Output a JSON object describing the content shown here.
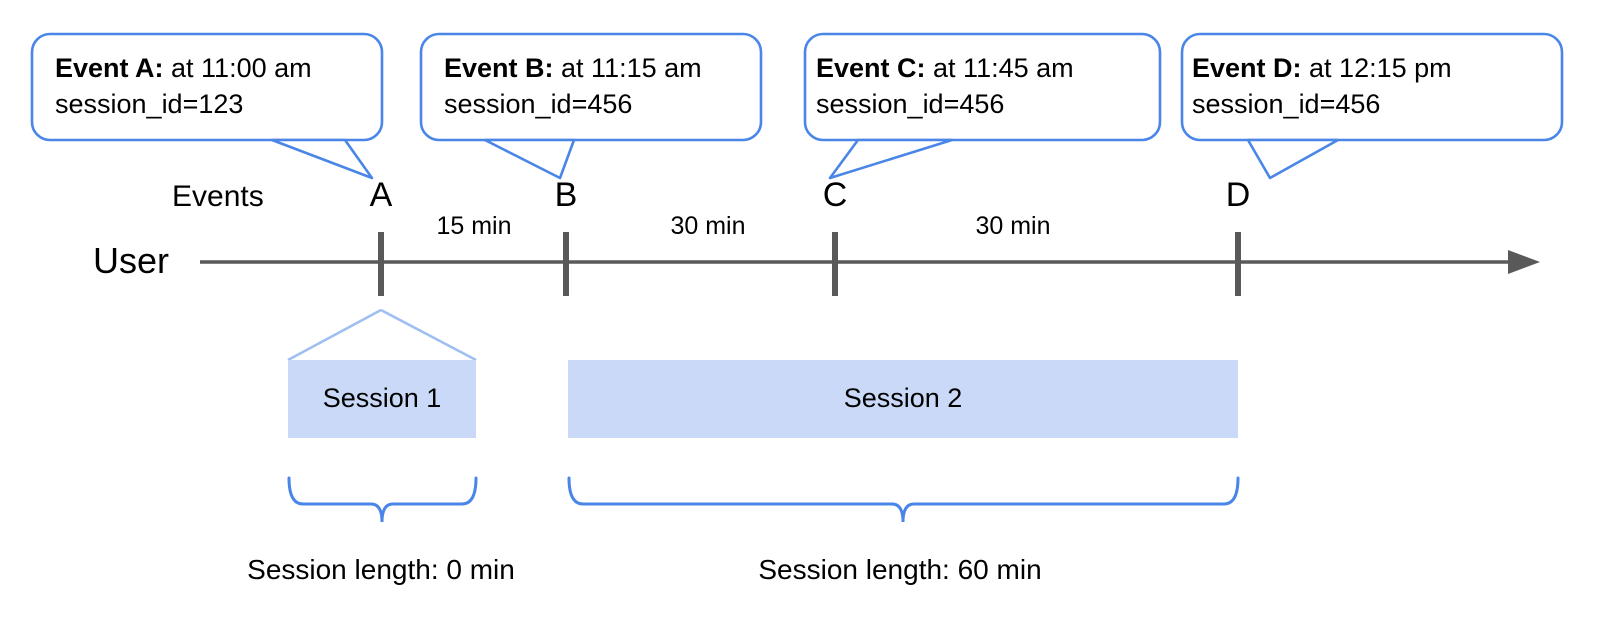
{
  "diagram": {
    "title_row_labels": {
      "events": "Events",
      "user": "User"
    },
    "colors": {
      "callout_border": "#4a86e8",
      "callout_fill": "#ffffff",
      "session_bar": "#c9d9f7",
      "funnel_line": "#9fbff0",
      "brace": "#4a86e8",
      "timeline": "#595959",
      "tick": "#595959",
      "text": "#000000"
    },
    "callouts": [
      {
        "lead": "Event A:",
        "rest": " at 11:00 am",
        "line2": "session_id=123"
      },
      {
        "lead": "Event B:",
        "rest": " at 11:15 am",
        "line2": "session_id=456"
      },
      {
        "lead": "Event C:",
        "rest": " at 11:45 am",
        "line2": "session_id=456"
      },
      {
        "lead": "Event D:",
        "rest": " at 12:15 pm",
        "line2": "session_id=456"
      }
    ],
    "markers": [
      {
        "letter": "A"
      },
      {
        "letter": "B"
      },
      {
        "letter": "C"
      },
      {
        "letter": "D"
      }
    ],
    "intervals": [
      {
        "label": "15 min"
      },
      {
        "label": "30 min"
      },
      {
        "label": "30 min"
      }
    ],
    "sessions": [
      {
        "label": "Session 1",
        "length_label": "Session length: 0 min"
      },
      {
        "label": "Session 2",
        "length_label": "Session length: 60 min"
      }
    ]
  }
}
